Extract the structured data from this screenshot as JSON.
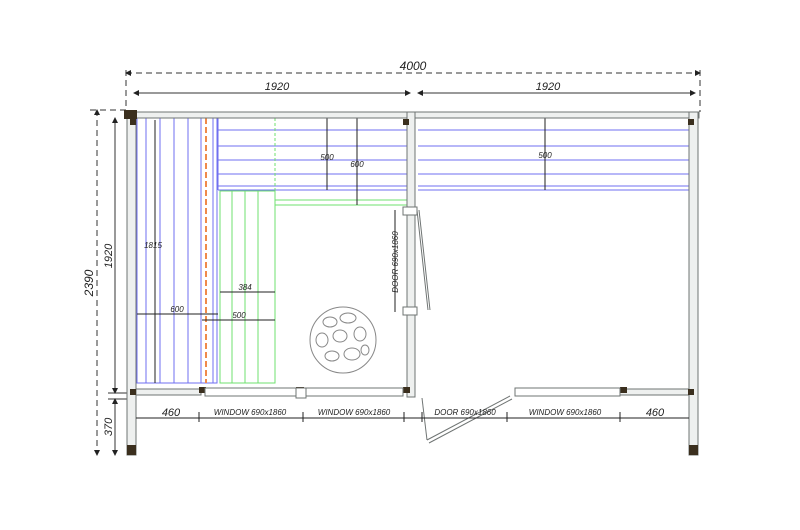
{
  "plan": {
    "overall_width": "4000",
    "room_left_width": "1920",
    "room_right_width": "1920",
    "overall_depth": "2390",
    "room_depth": "1920",
    "porch_depth": "370",
    "bench_upper_left": "500",
    "bench_upper_left_outer": "600",
    "bench_upper_right": "500",
    "bench_side_length": "1815",
    "bench_side_width": "600",
    "bench_lower_width": "500",
    "bench_lower_step": "384",
    "inner_door": "DOOR 690x1860",
    "front": {
      "left_post": "460",
      "window_1": "WINDOW 690x1860",
      "window_2": "WINDOW 690x1860",
      "door": "DOOR 690x1860",
      "window_3": "WINDOW 690x1860",
      "right_post": "460"
    }
  },
  "colors": {
    "wall": "#9a9f9e",
    "post": "#3b2f1e",
    "bench_blue": "#6f6ff0",
    "bench_green": "#6fe06f",
    "heater_orange": "#f08a4b"
  }
}
